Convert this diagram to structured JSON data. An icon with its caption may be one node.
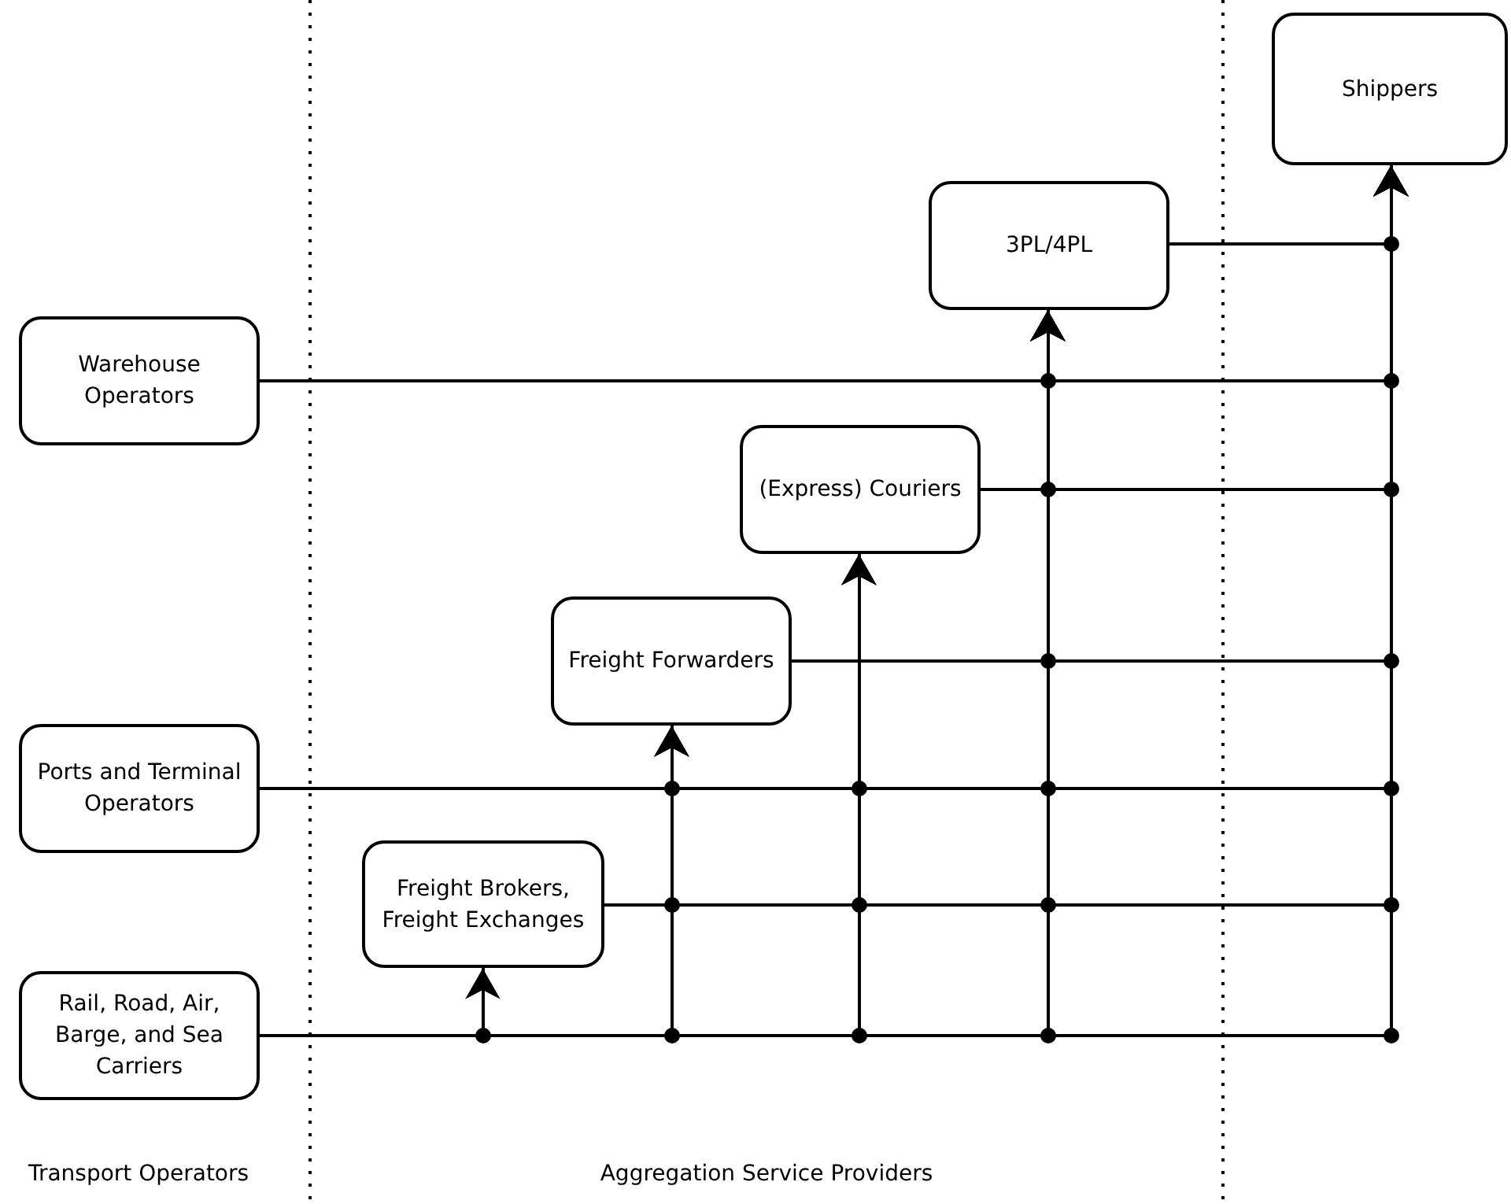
{
  "diagram": {
    "nodes": [
      {
        "text": [
          "Shippers"
        ]
      },
      {
        "text": [
          "3PL/4PL"
        ]
      },
      {
        "text": [
          "Warehouse Operators"
        ]
      },
      {
        "text": [
          "(Express) Couriers"
        ]
      },
      {
        "text": [
          "Freight Forwarders"
        ]
      },
      {
        "text": [
          "Ports and Terminal Operators"
        ]
      },
      {
        "text": [
          "Freight Brokers, Freight Exchanges"
        ]
      },
      {
        "text": [
          "Rail, Road, Air, Barge, and Sea Carriers"
        ]
      }
    ],
    "edges": [
      {
        "from": 7,
        "to": 6,
        "arrow": "to"
      },
      {
        "from": 7,
        "to": 4,
        "arrow": "to"
      },
      {
        "from": 7,
        "to": 3,
        "arrow": "to"
      },
      {
        "from": 7,
        "to": 1,
        "arrow": "to"
      },
      {
        "from": 7,
        "to": 0,
        "arrow": "to"
      },
      {
        "from": 6,
        "to": 4,
        "arrow": "to"
      },
      {
        "from": 6,
        "to": 3,
        "arrow": "to"
      },
      {
        "from": 6,
        "to": 1,
        "arrow": "to"
      },
      {
        "from": 6,
        "to": 0,
        "arrow": "to"
      },
      {
        "from": 5,
        "to": 4,
        "arrow": "to"
      },
      {
        "from": 5,
        "to": 3,
        "arrow": "to"
      },
      {
        "from": 5,
        "to": 1,
        "arrow": "to"
      },
      {
        "from": 5,
        "to": 0,
        "arrow": "to"
      },
      {
        "from": 4,
        "to": 1,
        "arrow": "to"
      },
      {
        "from": 4,
        "to": 0,
        "arrow": "to"
      },
      {
        "from": 3,
        "to": 1,
        "arrow": "to"
      },
      {
        "from": 3,
        "to": 0,
        "arrow": "to"
      },
      {
        "from": 2,
        "to": 1,
        "arrow": "to"
      },
      {
        "from": 2,
        "to": 0,
        "arrow": "to"
      },
      {
        "from": 1,
        "to": 0,
        "arrow": "to"
      }
    ],
    "labels": [
      "Transport Operators",
      "Aggregation Service Providers"
    ]
  }
}
